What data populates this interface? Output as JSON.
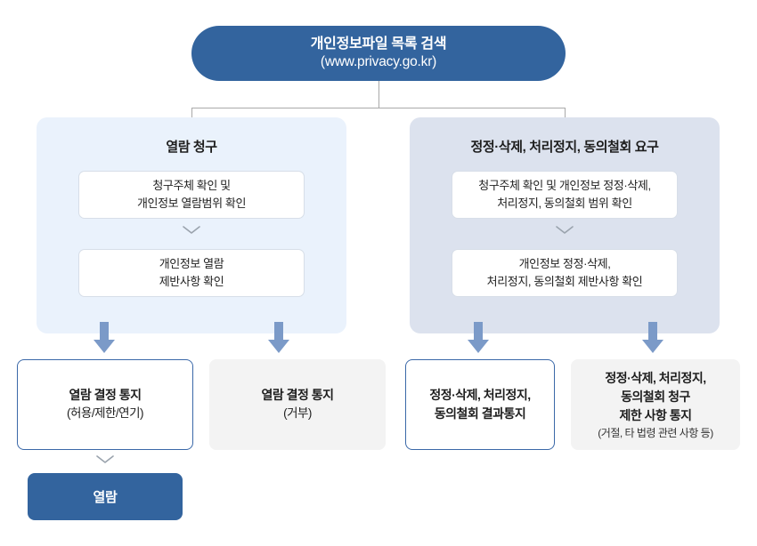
{
  "diagram": {
    "title_banner": {
      "line1": "개인정보파일 목록 검색",
      "line2": "(www.privacy.go.kr)"
    },
    "branches": [
      {
        "id": "view-request",
        "heading": "열람 청구",
        "steps": [
          {
            "line1": "청구주체 확인 및",
            "line2": "개인정보 열람범위 확인"
          },
          {
            "line1": "개인정보 열람",
            "line2": "제반사항 확인"
          }
        ],
        "outcomes": [
          {
            "style": "outline",
            "line1": "열람 결정 통지",
            "line2": "(허용/제한/연기)",
            "line3": "",
            "line4": ""
          },
          {
            "style": "grey",
            "line1": "열람 결정 통지",
            "line2": "(거부)",
            "line3": "",
            "line4": ""
          }
        ]
      },
      {
        "id": "correction-request",
        "heading": "정정·삭제, 처리정지, 동의철회 요구",
        "steps": [
          {
            "line1": "청구주체 확인 및 개인정보 정정·삭제,",
            "line2": "처리정지, 동의철회 범위 확인"
          },
          {
            "line1": "개인정보 정정·삭제,",
            "line2": "처리정지, 동의철회 제반사항 확인"
          }
        ],
        "outcomes": [
          {
            "style": "outline",
            "line1": "정정·삭제, 처리정지,",
            "line2": "동의철회 결과통지",
            "line3": "",
            "line4": ""
          },
          {
            "style": "grey",
            "line1": "정정·삭제, 처리정지,",
            "line2": "동의철회 청구",
            "line3": "제한 사항 통지",
            "line4": "(거절, 타 법령 관련 사항 등)"
          }
        ]
      }
    ],
    "final_node": {
      "label": "열람"
    },
    "colors": {
      "banner_blue": "#33649E",
      "panel_left_bg": "#EAF2FC",
      "panel_right_bg": "#DCE2EE",
      "arrow_blue": "#7B9AC8",
      "outline_blue": "#3A68A8",
      "grey_box_bg": "#F3F3F3",
      "connector_grey": "#A9A9A9"
    }
  }
}
